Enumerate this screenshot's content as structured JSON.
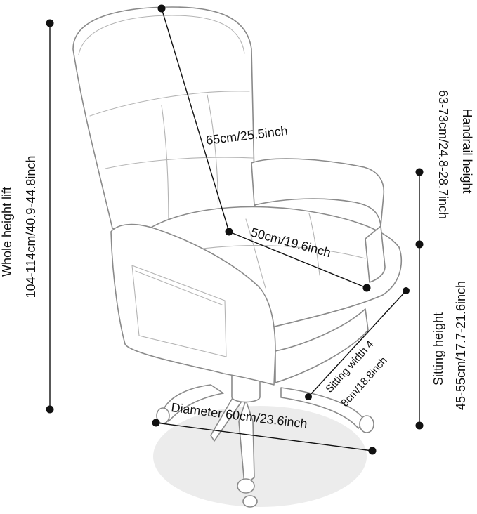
{
  "dimensions": {
    "backrest_height": "65cm/25.5inch",
    "seat_depth": "50cm/19.6inch",
    "sitting_width_line1": "Sitting width 4",
    "sitting_width_line2": "8cm/18.8inch",
    "base_diameter": "Diameter 60cm/23.6inch",
    "whole_height_title": "Whole height lift",
    "whole_height_value": "104-114cm/40.9-44.8inch",
    "handrail_title": "Handrail height",
    "handrail_value": "63-73cm/24.8-28.7inch",
    "sitting_height_title": "Sitting height",
    "sitting_height_value": "45-55cm/17.7-21.6inch"
  },
  "colors": {
    "outline": "#8a8a8a",
    "dimension": "#111111",
    "floor_shadow": "#ececec"
  }
}
